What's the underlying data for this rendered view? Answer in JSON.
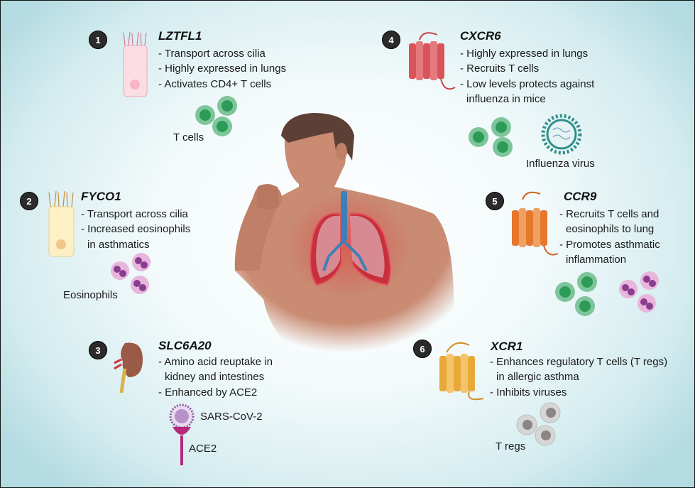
{
  "genes": [
    {
      "number": "1",
      "name": "LZTFL1",
      "lines": [
        "- Transport across cilia",
        "- Highly expressed in lungs",
        "- Activates CD4+ T cells"
      ],
      "cell_label": "T cells"
    },
    {
      "number": "2",
      "name": "FYCO1",
      "lines": [
        "- Transport across cilia",
        "- Increased eosinophils",
        "in asthmatics"
      ],
      "cell_label": "Eosinophils"
    },
    {
      "number": "3",
      "name": "SLC6A20",
      "lines": [
        "- Amino acid reuptake in",
        "kidney and intestines",
        "- Enhanced by ACE2"
      ],
      "virus_label": "SARS-CoV-2",
      "receptor_label": "ACE2"
    },
    {
      "number": "4",
      "name": "CXCR6",
      "lines": [
        "- Highly expressed in lungs",
        "- Recruits T cells",
        "- Low levels protects against",
        "influenza in mice"
      ],
      "virus_label": "Influenza virus"
    },
    {
      "number": "5",
      "name": "CCR9",
      "lines": [
        "- Recruits T cells and",
        "eosinophils to lung",
        "- Promotes asthmatic",
        "inflammation"
      ]
    },
    {
      "number": "6",
      "name": "XCR1",
      "lines": [
        "- Enhances regulatory T cells (T regs)",
        "in allergic asthma",
        "- Inhibits viruses"
      ],
      "cell_label": "T regs"
    }
  ],
  "colors": {
    "t_cell": "#2e9a58",
    "eosinophil": "#8a3d8f",
    "cxcr6": "#d9545a",
    "ccr9": "#e6782d",
    "xcr1": "#e8a93a",
    "skin": "#c98b72",
    "hair": "#5c3f35"
  }
}
